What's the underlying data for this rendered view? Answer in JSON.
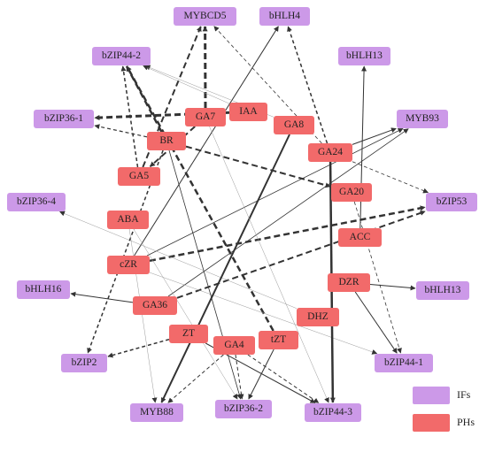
{
  "colors": {
    "if_node": "#cc99e8",
    "ph_node": "#f26a6a",
    "edge": "#333333",
    "edge_light": "#999999"
  },
  "legend": {
    "if_label": "IFs",
    "ph_label": "PHs"
  },
  "nodes": [
    {
      "id": "MYBCD5",
      "label": "MYBCD5",
      "kind": "if"
    },
    {
      "id": "bHLH4",
      "label": "bHLH4",
      "kind": "if"
    },
    {
      "id": "bZIP44-2",
      "label": "bZIP44-2",
      "kind": "if"
    },
    {
      "id": "bHLH13a",
      "label": "bHLH13",
      "kind": "if"
    },
    {
      "id": "bZIP36-1",
      "label": "bZIP36-1",
      "kind": "if"
    },
    {
      "id": "MYB93",
      "label": "MYB93",
      "kind": "if"
    },
    {
      "id": "bZIP53",
      "label": "bZIP53",
      "kind": "if"
    },
    {
      "id": "bZIP36-4",
      "label": "bZIP36-4",
      "kind": "if"
    },
    {
      "id": "bHLH16",
      "label": "bHLH16",
      "kind": "if"
    },
    {
      "id": "bHLH13b",
      "label": "bHLH13",
      "kind": "if"
    },
    {
      "id": "bZIP2",
      "label": "bZIP2",
      "kind": "if"
    },
    {
      "id": "bZIP44-1",
      "label": "bZIP44-1",
      "kind": "if"
    },
    {
      "id": "MYB88",
      "label": "MYB88",
      "kind": "if"
    },
    {
      "id": "bZIP44-3",
      "label": "bZIP44-3",
      "kind": "if"
    },
    {
      "id": "bZIP36-2",
      "label": "bZIP36-2",
      "kind": "if"
    },
    {
      "id": "IAA",
      "label": "IAA",
      "kind": "ph"
    },
    {
      "id": "GA7",
      "label": "GA7",
      "kind": "ph"
    },
    {
      "id": "GA8",
      "label": "GA8",
      "kind": "ph"
    },
    {
      "id": "BR",
      "label": "BR",
      "kind": "ph"
    },
    {
      "id": "GA24",
      "label": "GA24",
      "kind": "ph"
    },
    {
      "id": "GA5",
      "label": "GA5",
      "kind": "ph"
    },
    {
      "id": "GA20",
      "label": "GA20",
      "kind": "ph"
    },
    {
      "id": "ABA",
      "label": "ABA",
      "kind": "ph"
    },
    {
      "id": "ACC",
      "label": "ACC",
      "kind": "ph"
    },
    {
      "id": "cZR",
      "label": "cZR",
      "kind": "ph"
    },
    {
      "id": "DZR",
      "label": "DZR",
      "kind": "ph"
    },
    {
      "id": "GA36",
      "label": "GA36",
      "kind": "ph"
    },
    {
      "id": "DHZ",
      "label": "DHZ",
      "kind": "ph"
    },
    {
      "id": "ZT",
      "label": "ZT",
      "kind": "ph"
    },
    {
      "id": "GA4",
      "label": "GA4",
      "kind": "ph"
    },
    {
      "id": "tZT",
      "label": "tZT",
      "kind": "ph"
    }
  ],
  "edges": [
    {
      "from": "GA7",
      "to": "MYBCD5",
      "style": "dashed",
      "weight": 3
    },
    {
      "from": "GA5",
      "to": "MYBCD5",
      "style": "dashed",
      "weight": 2
    },
    {
      "from": "GA24",
      "to": "bHLH4",
      "style": "dashed",
      "weight": 1.5
    },
    {
      "from": "cZR",
      "to": "bHLH4",
      "style": "solid",
      "weight": 1
    },
    {
      "from": "GA24",
      "to": "MYBCD5",
      "style": "dashed",
      "weight": 0.8
    },
    {
      "from": "BR",
      "to": "bZIP44-2",
      "style": "dashed",
      "weight": 2.5
    },
    {
      "from": "GA8",
      "to": "bZIP44-2",
      "style": "solid",
      "weight": 0.5
    },
    {
      "from": "IAA",
      "to": "bZIP44-2",
      "style": "solid",
      "weight": 0.5
    },
    {
      "from": "GA5",
      "to": "bZIP44-2",
      "style": "dashed",
      "weight": 1.5
    },
    {
      "from": "tZT",
      "to": "bZIP44-2",
      "style": "dashed",
      "weight": 2.5
    },
    {
      "from": "BR",
      "to": "bZIP36-1",
      "style": "dashed",
      "weight": 1.2
    },
    {
      "from": "IAA",
      "to": "bZIP36-1",
      "style": "dashed",
      "weight": 3
    },
    {
      "from": "ACC",
      "to": "bHLH13a",
      "style": "solid",
      "weight": 1
    },
    {
      "from": "GA24",
      "to": "MYB93",
      "style": "solid",
      "weight": 1
    },
    {
      "from": "cZR",
      "to": "MYB93",
      "style": "solid",
      "weight": 0.8
    },
    {
      "from": "GA36",
      "to": "MYB93",
      "style": "solid",
      "weight": 0.8
    },
    {
      "from": "GA24",
      "to": "bZIP53",
      "style": "dashed",
      "weight": 0.8
    },
    {
      "from": "cZR",
      "to": "bZIP53",
      "style": "dashed",
      "weight": 2.5
    },
    {
      "from": "GA36",
      "to": "bZIP53",
      "style": "dashed",
      "weight": 2
    },
    {
      "from": "BR",
      "to": "GA20",
      "style": "dashed",
      "weight": 2
    },
    {
      "from": "DHZ",
      "to": "bZIP36-4",
      "style": "solid",
      "weight": 0.3
    },
    {
      "from": "GA36",
      "to": "bHLH16",
      "style": "solid",
      "weight": 1
    },
    {
      "from": "DZR",
      "to": "bHLH13b",
      "style": "solid",
      "weight": 1
    },
    {
      "from": "BR",
      "to": "bZIP2",
      "style": "dashed",
      "weight": 1.5
    },
    {
      "from": "ZT",
      "to": "bZIP2",
      "style": "dashed",
      "weight": 1.5
    },
    {
      "from": "cZR",
      "to": "bZIP44-1",
      "style": "solid",
      "weight": 0.5
    },
    {
      "from": "DZR",
      "to": "bZIP44-1",
      "style": "solid",
      "weight": 1
    },
    {
      "from": "GA20",
      "to": "bZIP44-1",
      "style": "dashed",
      "weight": 0.8
    },
    {
      "from": "GA8",
      "to": "MYB88",
      "style": "solid",
      "weight": 2
    },
    {
      "from": "ABA",
      "to": "MYB88",
      "style": "solid",
      "weight": 0.5
    },
    {
      "from": "GA24",
      "to": "bZIP44-3",
      "style": "solid",
      "weight": 2.5
    },
    {
      "from": "ZT",
      "to": "bZIP44-3",
      "style": "solid",
      "weight": 1
    },
    {
      "from": "GA4",
      "to": "bZIP44-3",
      "style": "dashed",
      "weight": 1
    },
    {
      "from": "GA7",
      "to": "bZIP44-3",
      "style": "solid",
      "weight": 0.5
    },
    {
      "from": "BR",
      "to": "bZIP36-2",
      "style": "solid",
      "weight": 0.8
    },
    {
      "from": "tZT",
      "to": "bZIP36-2",
      "style": "solid",
      "weight": 1
    },
    {
      "from": "GA4",
      "to": "bZIP36-2",
      "style": "dashed",
      "weight": 1
    },
    {
      "from": "GA4",
      "to": "MYB88",
      "style": "dashed",
      "weight": 1
    },
    {
      "from": "GA7",
      "to": "GA5",
      "style": "dashed",
      "weight": 2
    },
    {
      "from": "ABA",
      "to": "bZIP36-2",
      "style": "solid",
      "weight": 0.5
    }
  ]
}
